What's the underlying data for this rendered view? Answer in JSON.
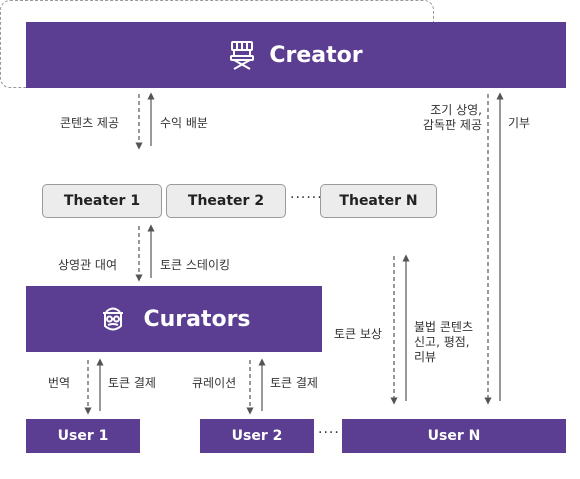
{
  "creator": {
    "label": "Creator",
    "icon": "director-chair-icon"
  },
  "curators": {
    "label": "Curators",
    "icon": "curator-hat-glasses-icon"
  },
  "theaters": [
    {
      "label": "Theater 1"
    },
    {
      "label": "Theater 2"
    },
    {
      "label": "Theater N"
    }
  ],
  "theater_ellipsis": "······",
  "users": [
    {
      "label": "User 1"
    },
    {
      "label": "User 2"
    },
    {
      "label": "User N"
    }
  ],
  "user_ellipsis": "····",
  "labels": {
    "content_provide": "콘텐츠 제공",
    "revenue_share": "수익 배분",
    "early_screening": "조기 상영,",
    "directors_cut": "감독판 제공",
    "donation": "기부",
    "theater_rental": "상영관 대여",
    "token_staking": "토큰 스테이킹",
    "token_reward": "토큰 보상",
    "report_line1": "불법 콘텐츠",
    "report_line2": "신고, 평점,",
    "report_line3": "리뷰",
    "translation": "번역",
    "token_payment_1": "토큰 결제",
    "curation": "큐레이션",
    "token_payment_2": "토큰 결제"
  },
  "colors": {
    "primary": "#5b3d92",
    "theater_fill": "#ececec",
    "arrow": "#555555"
  }
}
